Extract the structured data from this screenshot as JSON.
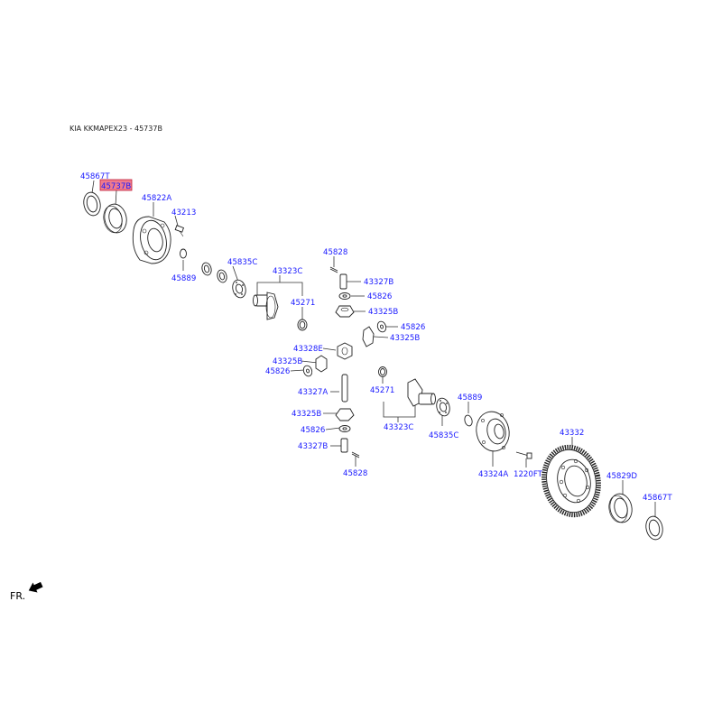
{
  "header": {
    "title": "KIA KKMAPEX23 - 45737B"
  },
  "direction_label": "FR.",
  "highlight": {
    "part": "45737B",
    "color": "#f07a8c"
  },
  "labels": {
    "p45867T_a": "45867T",
    "p45737B": "45737B",
    "p45822A": "45822A",
    "p43213": "43213",
    "p45889_a": "45889",
    "p45835C_a": "45835C",
    "p43323C_a": "43323C",
    "p45271_a": "45271",
    "p45828_a": "45828",
    "p43327B_a": "43327B",
    "p45826_a": "45826",
    "p43325B_a": "43325B",
    "p45826_b": "45826",
    "p43325B_b": "43325B",
    "p43328E": "43328E",
    "p43325B_c": "43325B",
    "p45826_c": "45826",
    "p43327A": "43327A",
    "p45271_b": "45271",
    "p43325B_d": "43325B",
    "p45826_d": "45826",
    "p43327B_b": "43327B",
    "p45828_b": "45828",
    "p43323C_b": "43323C",
    "p45835C_b": "45835C",
    "p45889_b": "45889",
    "p43324A": "43324A",
    "p1220FT": "1220FT",
    "p43332": "43332",
    "p45829D": "45829D",
    "p45867T_b": "45867T"
  }
}
